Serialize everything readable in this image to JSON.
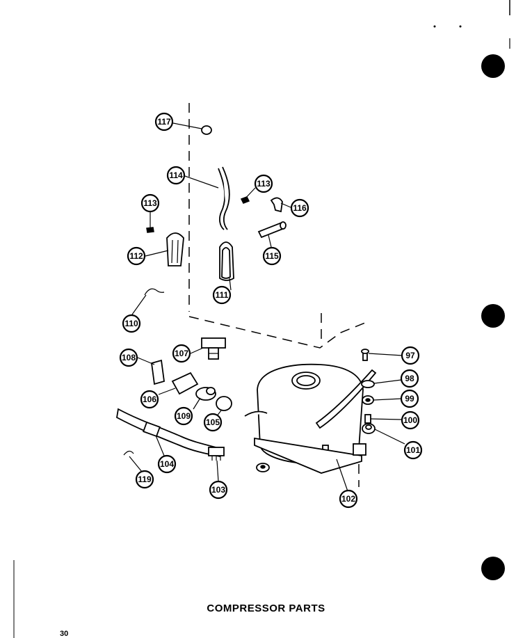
{
  "page": {
    "title": "COMPRESSOR PARTS",
    "page_number": "30"
  },
  "callouts": {
    "c97": "97",
    "c98": "98",
    "c99": "99",
    "c100": "100",
    "c101": "101",
    "c102": "102",
    "c103": "103",
    "c104": "104",
    "c105": "105",
    "c106": "106",
    "c107": "107",
    "c108": "108",
    "c110": "110",
    "c111": "111",
    "c112": "112",
    "c113a": "113",
    "c113b": "113",
    "c114": "114",
    "c115": "115",
    "c116": "116",
    "c117": "117",
    "c119": "119",
    "c109": "109"
  },
  "colors": {
    "ink": "#000000",
    "paper": "#ffffff"
  }
}
